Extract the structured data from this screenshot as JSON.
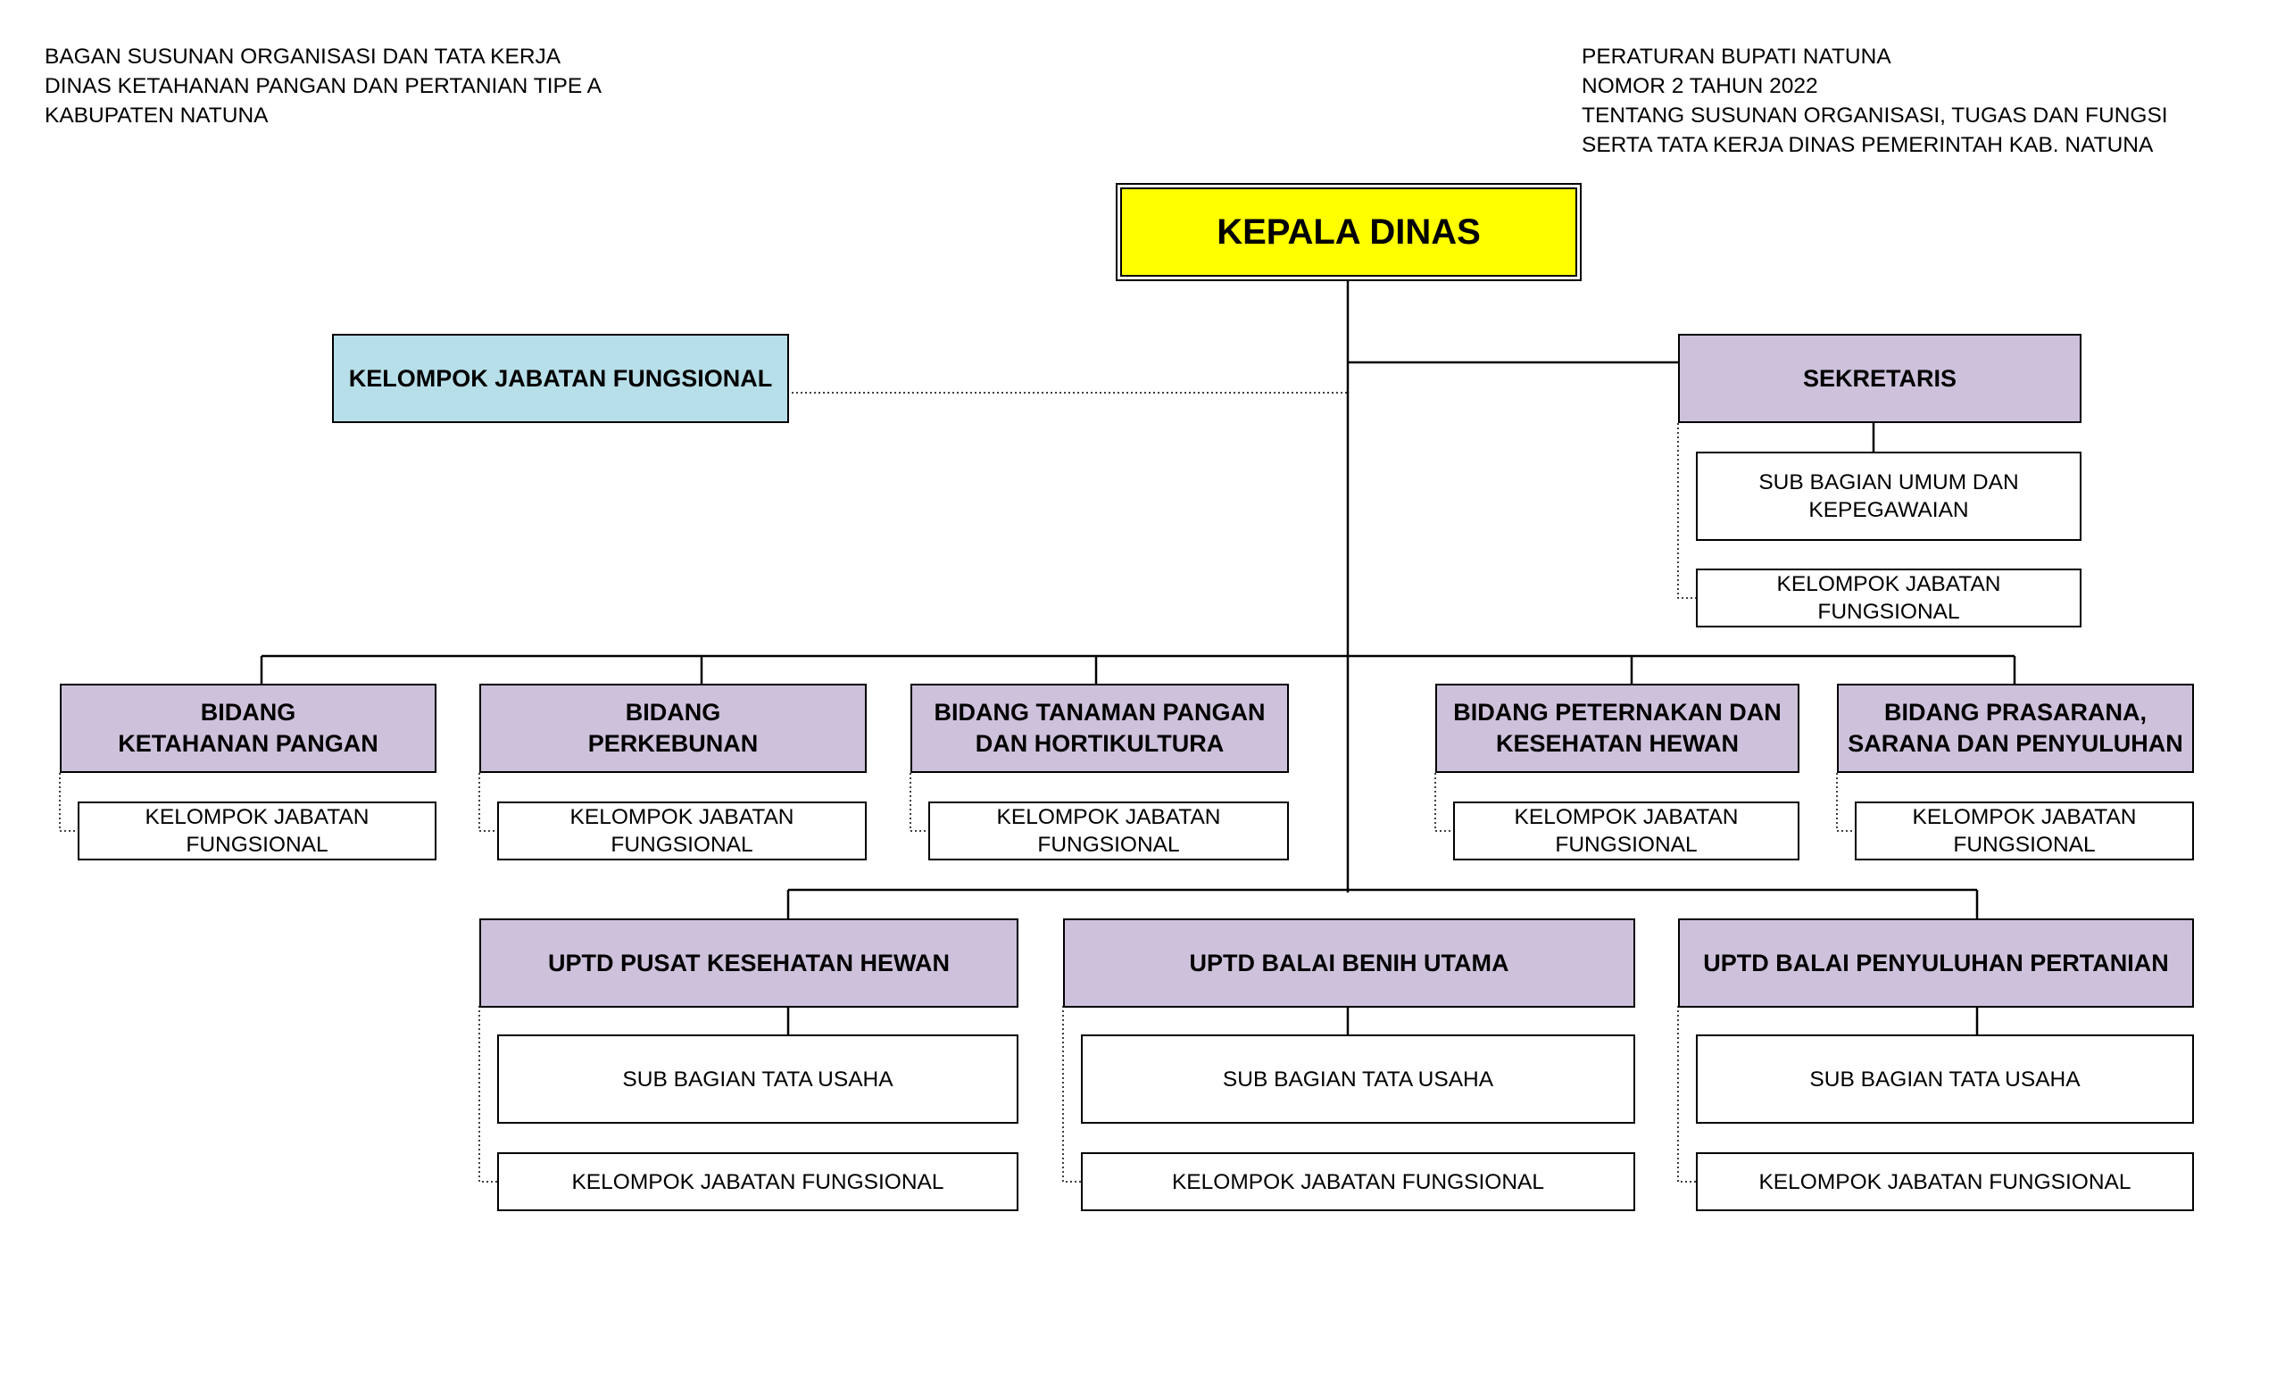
{
  "header_left": [
    "BAGAN SUSUNAN ORGANISASI DAN TATA KERJA",
    "DINAS KETAHANAN PANGAN DAN PERTANIAN TIPE A",
    "KABUPATEN NATUNA"
  ],
  "header_right": [
    "PERATURAN BUPATI NATUNA",
    "NOMOR 2 TAHUN 2022",
    "TENTANG SUSUNAN ORGANISASI, TUGAS DAN FUNGSI",
    "SERTA TATA KERJA DINAS PEMERINTAH KAB. NATUNA"
  ],
  "kepala": "KEPALA DINAS",
  "kjf_main": "KELOMPOK JABATAN FUNGSIONAL",
  "sekretaris": {
    "title": "SEKRETARIS",
    "sub_umum": [
      "SUB BAGIAN UMUM DAN",
      "KEPEGAWAIAN"
    ],
    "kjf": [
      "KELOMPOK JABATAN",
      "FUNGSIONAL"
    ]
  },
  "bidang": [
    {
      "title": [
        "BIDANG",
        "KETAHANAN PANGAN"
      ],
      "kjf": [
        "KELOMPOK JABATAN",
        "FUNGSIONAL"
      ]
    },
    {
      "title": [
        "BIDANG",
        "PERKEBUNAN"
      ],
      "kjf": [
        "KELOMPOK JABATAN",
        "FUNGSIONAL"
      ]
    },
    {
      "title": [
        "BIDANG TANAMAN PANGAN",
        "DAN HORTIKULTURA"
      ],
      "kjf": [
        "KELOMPOK JABATAN",
        "FUNGSIONAL"
      ]
    },
    {
      "title": [
        "BIDANG PETERNAKAN DAN",
        "KESEHATAN HEWAN"
      ],
      "kjf": [
        "KELOMPOK JABATAN",
        "FUNGSIONAL"
      ]
    },
    {
      "title": [
        "BIDANG PRASARANA,",
        "SARANA DAN PENYULUHAN"
      ],
      "kjf": [
        "KELOMPOK JABATAN",
        "FUNGSIONAL"
      ]
    }
  ],
  "uptd": [
    {
      "title": "UPTD PUSAT KESEHATAN HEWAN",
      "tu": "SUB BAGIAN TATA USAHA",
      "kjf": "KELOMPOK JABATAN FUNGSIONAL"
    },
    {
      "title": "UPTD BALAI BENIH UTAMA",
      "tu": "SUB BAGIAN TATA USAHA",
      "kjf": "KELOMPOK JABATAN FUNGSIONAL"
    },
    {
      "title": "UPTD BALAI PENYULUHAN PERTANIAN",
      "tu": "SUB BAGIAN TATA USAHA",
      "kjf": "KELOMPOK JABATAN FUNGSIONAL"
    }
  ]
}
